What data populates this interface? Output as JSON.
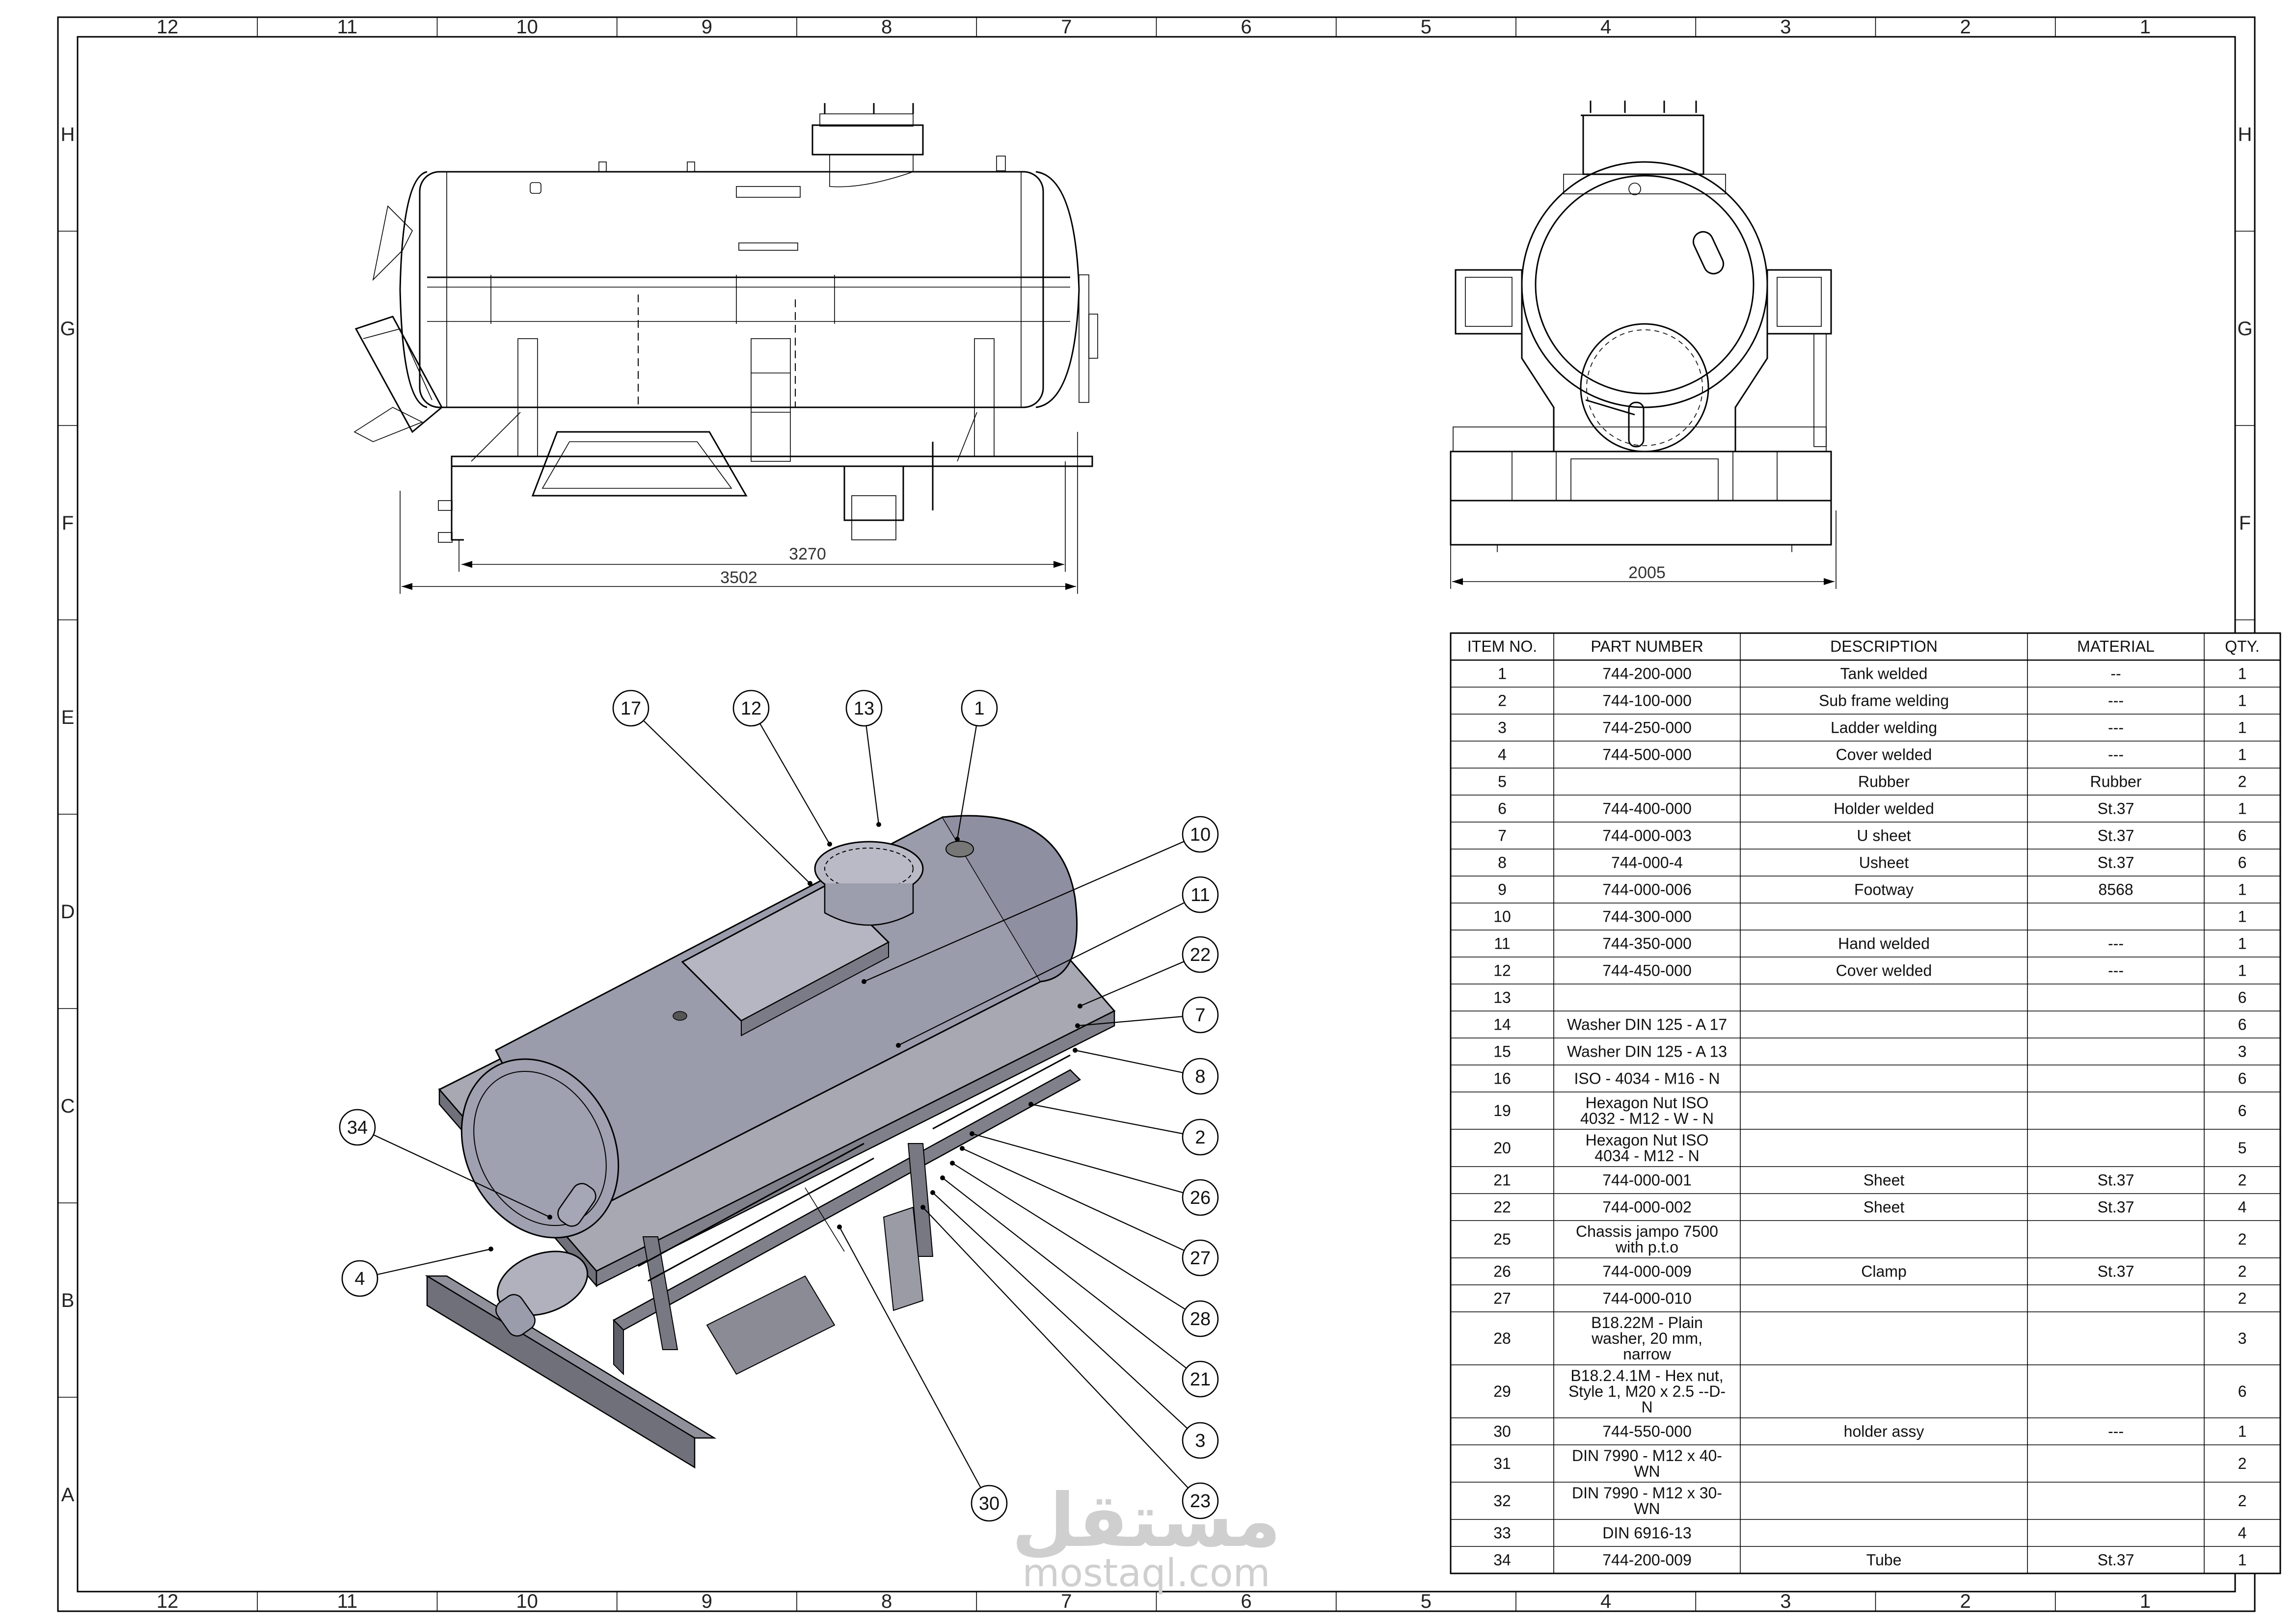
{
  "frame": {
    "columns": [
      "12",
      "11",
      "10",
      "9",
      "8",
      "7",
      "6",
      "5",
      "4",
      "3",
      "2",
      "1"
    ],
    "rows": [
      "H",
      "G",
      "F",
      "E",
      "D",
      "C",
      "B",
      "A"
    ]
  },
  "dimensions": {
    "side_inner": "3270",
    "side_overall": "3502",
    "end_width": "2005"
  },
  "balloons": [
    "17",
    "12",
    "13",
    "1",
    "10",
    "11",
    "22",
    "7",
    "8",
    "2",
    "26",
    "27",
    "28",
    "21",
    "3",
    "23",
    "30",
    "34",
    "4"
  ],
  "bom": {
    "headers": {
      "item": "ITEM NO.",
      "part": "PART NUMBER",
      "desc": "DESCRIPTION",
      "material": "MATERIAL",
      "qty": "QTY."
    },
    "rows": [
      {
        "item": "1",
        "part": [
          "744-200-000"
        ],
        "desc": "Tank welded",
        "material": "--",
        "qty": "1"
      },
      {
        "item": "2",
        "part": [
          "744-100-000"
        ],
        "desc": "Sub frame welding",
        "material": "---",
        "qty": "1"
      },
      {
        "item": "3",
        "part": [
          "744-250-000"
        ],
        "desc": "Ladder welding",
        "material": "---",
        "qty": "1"
      },
      {
        "item": "4",
        "part": [
          "744-500-000"
        ],
        "desc": "Cover welded",
        "material": "---",
        "qty": "1"
      },
      {
        "item": "5",
        "part": [
          ""
        ],
        "desc": "Rubber",
        "material": "Rubber",
        "qty": "2"
      },
      {
        "item": "6",
        "part": [
          "744-400-000"
        ],
        "desc": "Holder welded",
        "material": "St.37",
        "qty": "1"
      },
      {
        "item": "7",
        "part": [
          "744-000-003"
        ],
        "desc": "U sheet",
        "material": "St.37",
        "qty": "6"
      },
      {
        "item": "8",
        "part": [
          "744-000-4"
        ],
        "desc": "Usheet",
        "material": "St.37",
        "qty": "6"
      },
      {
        "item": "9",
        "part": [
          "744-000-006"
        ],
        "desc": "Footway",
        "material": "8568",
        "qty": "1"
      },
      {
        "item": "10",
        "part": [
          "744-300-000"
        ],
        "desc": "",
        "material": "",
        "qty": "1"
      },
      {
        "item": "11",
        "part": [
          "744-350-000"
        ],
        "desc": "Hand welded",
        "material": "---",
        "qty": "1"
      },
      {
        "item": "12",
        "part": [
          "744-450-000"
        ],
        "desc": "Cover welded",
        "material": "---",
        "qty": "1"
      },
      {
        "item": "13",
        "part": [
          ""
        ],
        "desc": "",
        "material": "",
        "qty": "6"
      },
      {
        "item": "14",
        "part": [
          "Washer DIN 125 - A 17"
        ],
        "desc": "",
        "material": "",
        "qty": "6"
      },
      {
        "item": "15",
        "part": [
          "Washer DIN 125 - A 13"
        ],
        "desc": "",
        "material": "",
        "qty": "3"
      },
      {
        "item": "16",
        "part": [
          "ISO - 4034 - M16 - N"
        ],
        "desc": "",
        "material": "",
        "qty": "6"
      },
      {
        "item": "19",
        "part": [
          "Hexagon Nut ISO",
          "4032 - M12 - W - N"
        ],
        "desc": "",
        "material": "",
        "qty": "6"
      },
      {
        "item": "20",
        "part": [
          "Hexagon Nut ISO",
          "4034 - M12 - N"
        ],
        "desc": "",
        "material": "",
        "qty": "5"
      },
      {
        "item": "21",
        "part": [
          "744-000-001"
        ],
        "desc": "Sheet",
        "material": "St.37",
        "qty": "2"
      },
      {
        "item": "22",
        "part": [
          "744-000-002"
        ],
        "desc": "Sheet",
        "material": "St.37",
        "qty": "4"
      },
      {
        "item": "25",
        "part": [
          "Chassis jampo 7500",
          "with p.t.o"
        ],
        "desc": "",
        "material": "",
        "qty": "2"
      },
      {
        "item": "26",
        "part": [
          "744-000-009"
        ],
        "desc": "Clamp",
        "material": "St.37",
        "qty": "2"
      },
      {
        "item": "27",
        "part": [
          "744-000-010"
        ],
        "desc": "",
        "material": "",
        "qty": "2"
      },
      {
        "item": "28",
        "part": [
          "B18.22M - Plain",
          "washer, 20 mm,",
          "narrow"
        ],
        "desc": "",
        "material": "",
        "qty": "3"
      },
      {
        "item": "29",
        "part": [
          "B18.2.4.1M - Hex nut,",
          "Style 1,  M20 x 2.5 --D-",
          "N"
        ],
        "desc": "",
        "material": "",
        "qty": "6"
      },
      {
        "item": "30",
        "part": [
          "744-550-000"
        ],
        "desc": "holder assy",
        "material": "---",
        "qty": "1"
      },
      {
        "item": "31",
        "part": [
          "DIN 7990 - M12 x 40-",
          "WN"
        ],
        "desc": "",
        "material": "",
        "qty": "2"
      },
      {
        "item": "32",
        "part": [
          "DIN 7990 - M12 x 30-",
          "WN"
        ],
        "desc": "",
        "material": "",
        "qty": "2"
      },
      {
        "item": "33",
        "part": [
          "DIN 6916-13"
        ],
        "desc": "",
        "material": "",
        "qty": "4"
      },
      {
        "item": "34",
        "part": [
          "744-200-009"
        ],
        "desc": "Tube",
        "material": "St.37",
        "qty": "1"
      }
    ]
  },
  "watermark": {
    "logo_text": "مستقل",
    "site": "mostaql.com"
  }
}
